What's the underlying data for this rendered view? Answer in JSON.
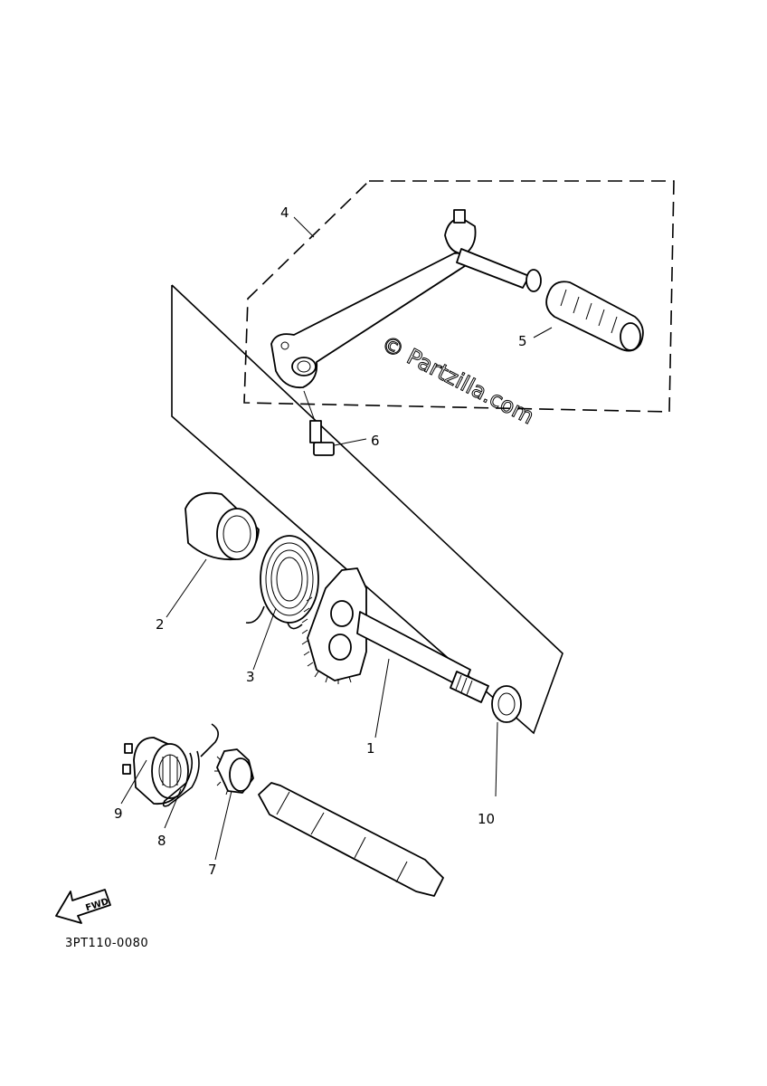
{
  "diagram": {
    "code": "3PT110-0080",
    "watermark": "© Partzilla.com",
    "fwd_label": "FWD",
    "callouts": {
      "p1": "1",
      "p2": "2",
      "p3": "3",
      "p4": "4",
      "p5": "5",
      "p6": "6",
      "p7": "7",
      "p8": "8",
      "p9": "9",
      "p10": "10"
    }
  }
}
